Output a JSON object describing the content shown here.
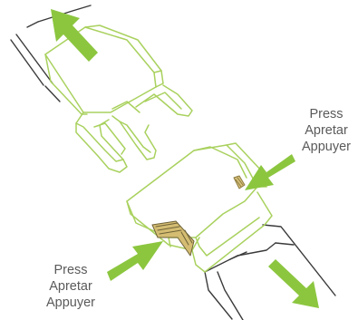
{
  "labels": {
    "right": {
      "line1": "Press",
      "line2": "Apretar",
      "line3": "Appuyer"
    },
    "left": {
      "line1": "Press",
      "line2": "Apretar",
      "line3": "Appuyer"
    }
  },
  "colors": {
    "arrow_green": "#8cc63f",
    "outline_green": "#a9d15e",
    "strap_line": "#3a3a3a",
    "label_text": "#5a5a5a"
  },
  "icons": {
    "pull_up_arrow": "arrow-up-left",
    "pull_down_arrow": "arrow-down-right",
    "press_arrow_right": "arrow-down-left",
    "press_arrow_left": "arrow-up-right"
  }
}
